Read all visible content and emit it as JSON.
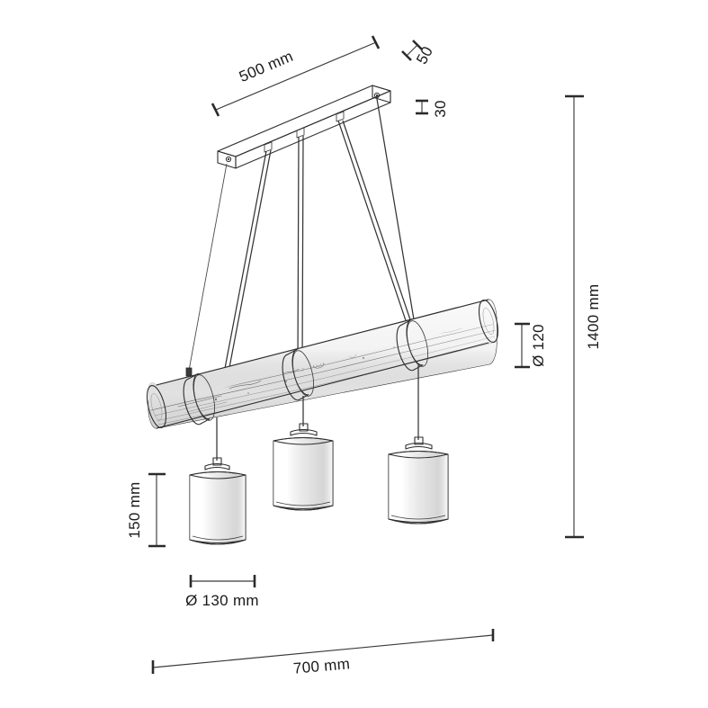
{
  "drawing": {
    "title": "Pendant Lamp Dimensional Drawing",
    "product": "3-light wooden beam pendant lamp",
    "background_color": "#ffffff",
    "line_color": "#2e2e2e",
    "text_color": "#1a1a1a"
  },
  "dimensions": {
    "canopy_length": {
      "label": "500 mm",
      "target": "ceiling mounting plate length",
      "orientation": "diagonal"
    },
    "canopy_width": {
      "label": "50",
      "target": "ceiling mounting plate width",
      "orientation": "diagonal"
    },
    "canopy_height": {
      "label": "30",
      "target": "ceiling mounting plate height",
      "orientation": "vertical-rotated"
    },
    "total_height": {
      "label": "1400 mm",
      "target": "overall suspension height",
      "orientation": "vertical-rotated"
    },
    "beam_diameter": {
      "label": "Ø 120",
      "target": "wooden beam diameter",
      "orientation": "vertical-rotated"
    },
    "shade_height": {
      "label": "150 mm",
      "target": "lamp shade height",
      "orientation": "vertical-rotated"
    },
    "shade_diameter": {
      "label": "Ø 130 mm",
      "target": "lamp shade diameter",
      "orientation": "horizontal"
    },
    "overall_width": {
      "label": "700 mm",
      "target": "wooden beam total length",
      "orientation": "horizontal-tilted"
    }
  },
  "parts": {
    "canopy": "ceiling-mount-plate",
    "beam": "wooden-log-beam",
    "rings": "metal-band-rings",
    "cables": "suspension-cables",
    "shades": "fabric-cylinder-shades",
    "shade_count": 3
  }
}
